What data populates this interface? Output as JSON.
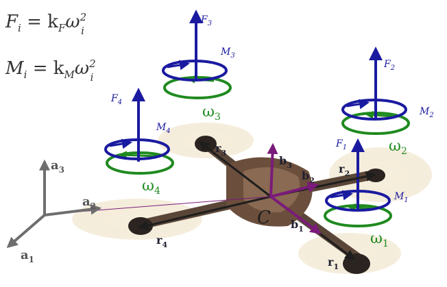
{
  "equations": {
    "force": {
      "lhs": "F",
      "lhs_sub": "i",
      "eq": " = k",
      "k_sub": "F",
      "omega": "ω",
      "omega_sub": "i",
      "pow": "2"
    },
    "moment": {
      "lhs": "M",
      "lhs_sub": "i",
      "eq": " = k",
      "k_sub": "M",
      "omega": "ω",
      "omega_sub": "i",
      "pow": "2"
    }
  },
  "rotors": [
    {
      "id": "1",
      "force": "F",
      "force_sub": "1",
      "moment": "M",
      "moment_sub": "1",
      "omega": "ω",
      "omega_sub": "1",
      "position_vector": "r",
      "position_sub": "1"
    },
    {
      "id": "2",
      "force": "F",
      "force_sub": "2",
      "moment": "M",
      "moment_sub": "2",
      "omega": "ω",
      "omega_sub": "2",
      "position_vector": "r",
      "position_sub": "2"
    },
    {
      "id": "3",
      "force": "F",
      "force_sub": "3",
      "moment": "M",
      "moment_sub": "3",
      "omega": "ω",
      "omega_sub": "3",
      "position_vector": "r",
      "position_sub": "3"
    },
    {
      "id": "4",
      "force": "F",
      "force_sub": "4",
      "moment": "M",
      "moment_sub": "4",
      "omega": "ω",
      "omega_sub": "4",
      "position_vector": "r",
      "position_sub": "4"
    }
  ],
  "center_label": "C",
  "world_frame": [
    {
      "name": "a",
      "sub": "1"
    },
    {
      "name": "a",
      "sub": "2"
    },
    {
      "name": "a",
      "sub": "3"
    }
  ],
  "body_frame": [
    {
      "name": "b",
      "sub": "1"
    },
    {
      "name": "b",
      "sub": "2"
    },
    {
      "name": "b",
      "sub": "3"
    }
  ],
  "colors": {
    "force": "#1a1aa0",
    "omega": "#1f8a1f",
    "position": "#1e1e1e",
    "body_frame": "#7a1a7a",
    "world_frame": "#6e6e6e",
    "rotor_disc": "#f3ead6",
    "frame": "#4a3a32"
  }
}
